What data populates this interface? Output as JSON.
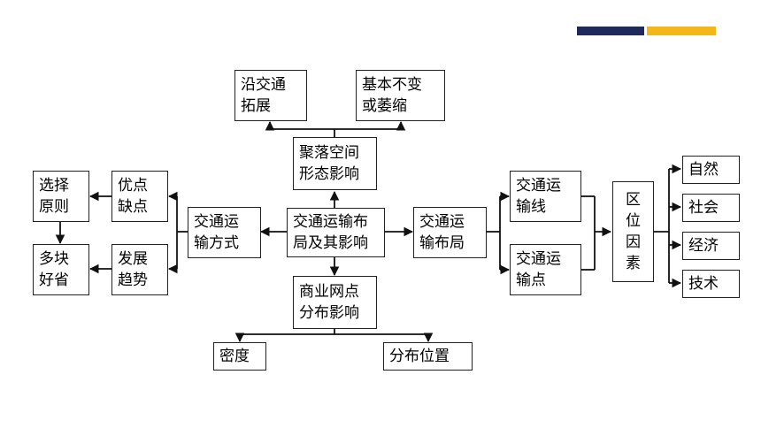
{
  "header": {
    "accent_colors": [
      "#1f2a5a",
      "#f3b71a"
    ]
  },
  "diagram": {
    "center": "交通运输布\n局及其影响",
    "top_branch": {
      "node": "聚落空间\n形态影响",
      "children": [
        "沿交通\n拓展",
        "基本不变\n或萎缩"
      ]
    },
    "bottom_branch": {
      "node": "商业网点\n分布影响",
      "children": [
        "密度",
        "分布位置"
      ]
    },
    "left_branch": {
      "node": "交通运\n输方式",
      "children": [
        "优点\n缺点",
        "发展\n趋势"
      ],
      "leaf_boxes": [
        "选择\n原则",
        "多块\n好省"
      ]
    },
    "right_branch": {
      "node": "交通运\n输布局",
      "children": [
        "交通运\n输线",
        "交通运\n输点"
      ],
      "factor_box": "区\n位\n因\n素",
      "factors": [
        "自然",
        "社会",
        "经济",
        "技术"
      ]
    }
  }
}
